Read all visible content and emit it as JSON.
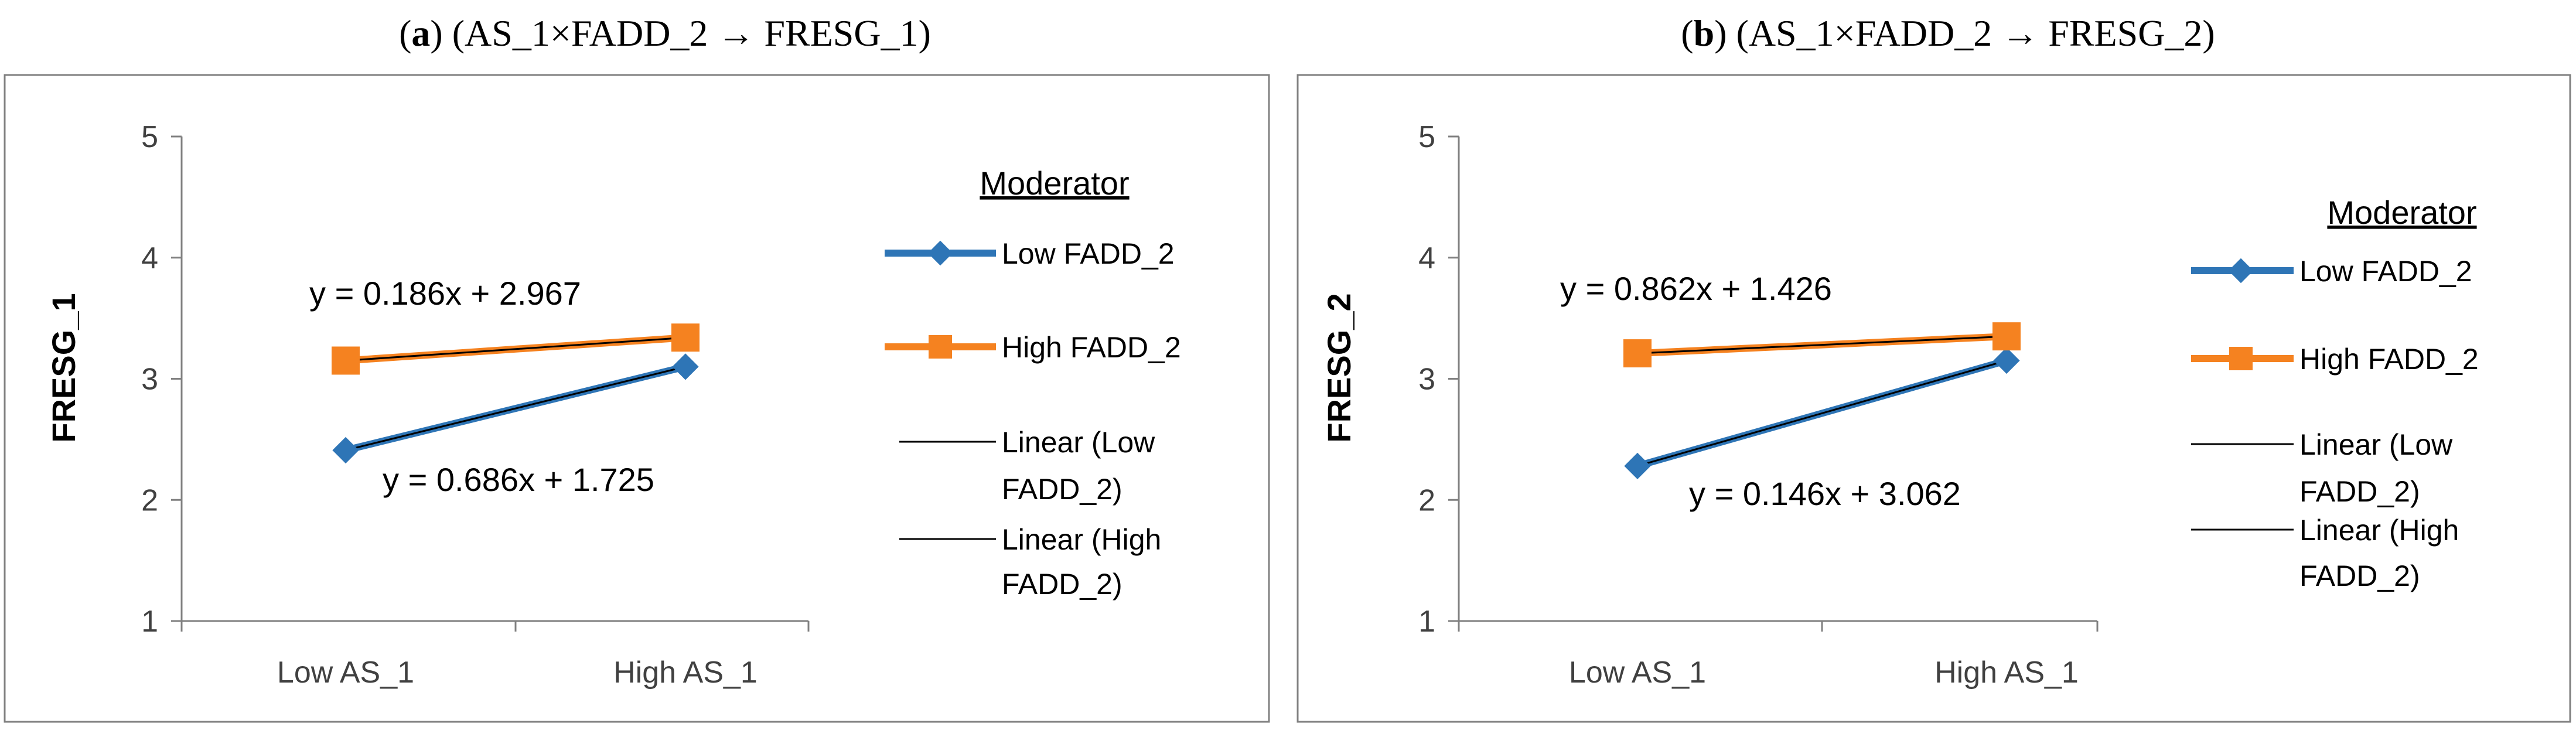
{
  "chart_data": [
    {
      "type": "line",
      "title_bold": "a",
      "title_rest": "(AS_1×FADD_2 → FRESG_1)",
      "ylabel": "FRESG_1",
      "ylim": [
        1,
        5
      ],
      "yticks": [
        1,
        2,
        3,
        4,
        5
      ],
      "categories": [
        "Low AS_1",
        "High AS_1"
      ],
      "series": [
        {
          "name": "Low FADD_2",
          "values": [
            2.41,
            3.1
          ],
          "color": "#2E75B6",
          "marker": "diamond"
        },
        {
          "name": "High FADD_2",
          "values": [
            3.15,
            3.34
          ],
          "color": "#F58220",
          "marker": "square"
        }
      ],
      "legend": {
        "title": "Moderator",
        "entries": [
          "Low FADD_2",
          "High FADD_2",
          "Linear (Low",
          "FADD_2)",
          "Linear (High",
          "FADD_2)"
        ]
      },
      "equations": [
        "y = 0.186x + 2.967",
        "y = 0.686x + 1.725"
      ],
      "legend_position": "right",
      "grid": false
    },
    {
      "type": "line",
      "title_bold": "b",
      "title_rest": "(AS_1×FADD_2 → FRESG_2)",
      "ylabel": "FRESG_2",
      "ylim": [
        1,
        5
      ],
      "yticks": [
        1,
        2,
        3,
        4,
        5
      ],
      "categories": [
        "Low AS_1",
        "High AS_1"
      ],
      "series": [
        {
          "name": "Low FADD_2",
          "values": [
            2.28,
            3.15
          ],
          "color": "#2E75B6",
          "marker": "diamond"
        },
        {
          "name": "High FADD_2",
          "values": [
            3.21,
            3.35
          ],
          "color": "#F58220",
          "marker": "square"
        }
      ],
      "legend": {
        "title": "Moderator",
        "entries": [
          "Low FADD_2",
          "High FADD_2",
          "Linear (Low",
          "FADD_2)",
          "Linear (High",
          "FADD_2)"
        ]
      },
      "equations": [
        "y = 0.862x + 1.426",
        "y = 0.146x + 3.062"
      ],
      "legend_position": "right",
      "grid": false
    }
  ]
}
